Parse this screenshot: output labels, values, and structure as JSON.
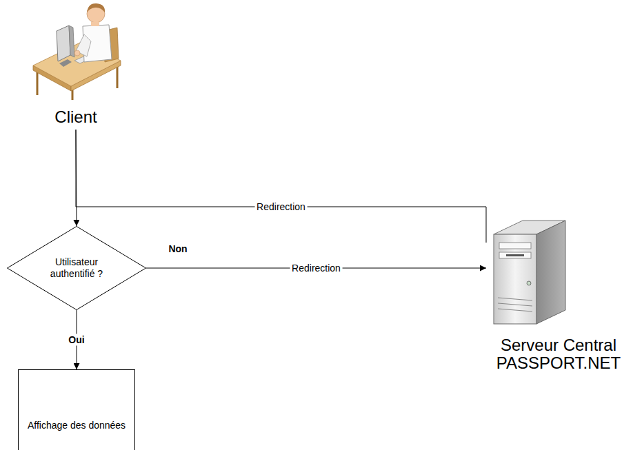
{
  "diagram": {
    "nodes": [
      {
        "text": [
          "Client"
        ]
      },
      {
        "text": [
          "Utilisateur authentifié ?"
        ]
      },
      {
        "text": [
          "Serveur Central PASSPORT.NET"
        ]
      },
      {
        "text": [
          "Affichage des données"
        ]
      }
    ],
    "edges": [
      {
        "from": 0,
        "to": 1,
        "arrow": "to"
      },
      {
        "from": 1,
        "to": 2,
        "label": "Redirection",
        "arrow": "to"
      },
      {
        "from": 1,
        "to": 3,
        "label": "Oui",
        "arrow": "to"
      },
      {
        "from": 2,
        "to": 0,
        "label": "Redirection",
        "arrow": "none"
      }
    ],
    "labels": [
      "Non"
    ]
  }
}
